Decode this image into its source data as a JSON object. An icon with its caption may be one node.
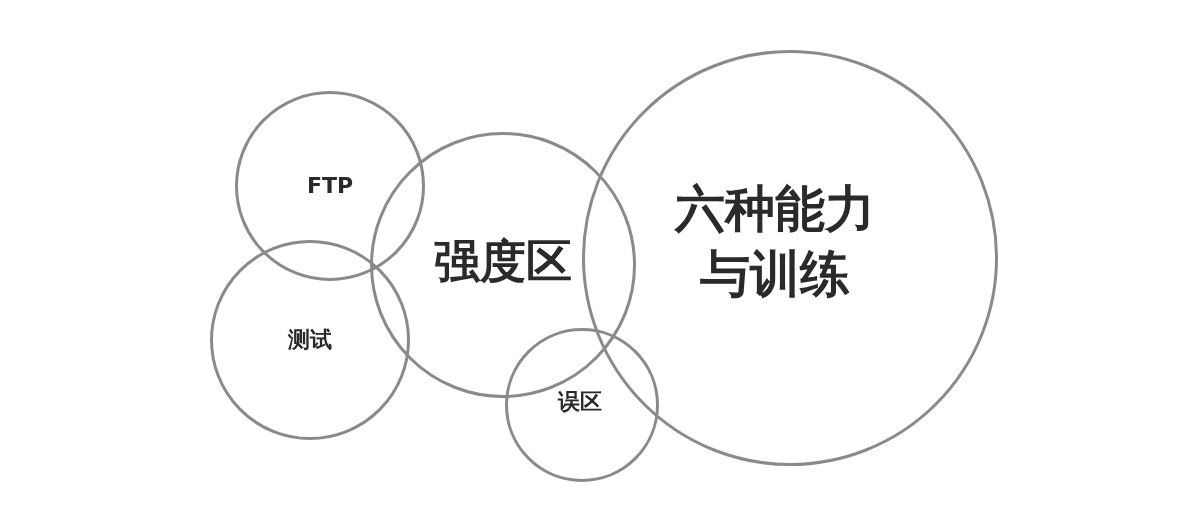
{
  "diagram": {
    "nodes": [
      {
        "text": [
          "FTP"
        ]
      },
      {
        "text": [
          "测试"
        ]
      },
      {
        "text": [
          "强度区"
        ]
      },
      {
        "text": [
          "误区"
        ]
      },
      {
        "text": [
          "六种能力与训练"
        ]
      }
    ]
  }
}
